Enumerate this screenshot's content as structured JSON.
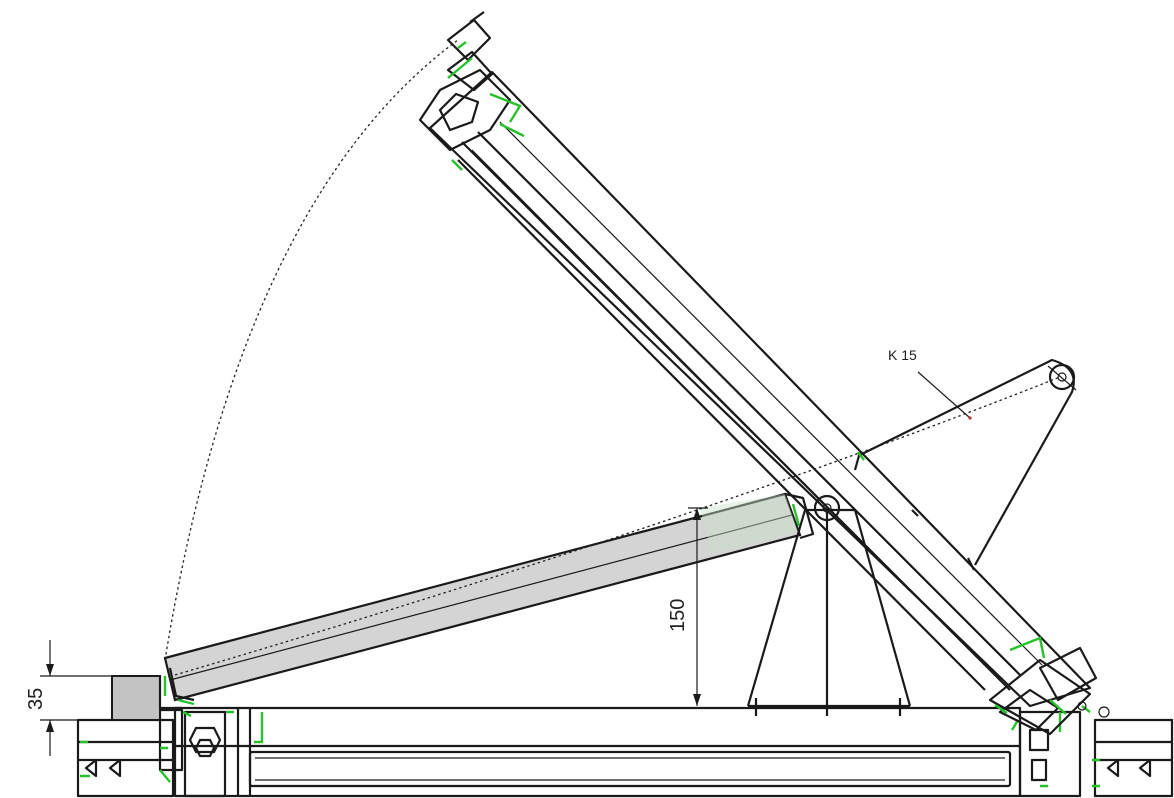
{
  "diagram": {
    "labels": {
      "component": "K 15",
      "dim_lift": "150",
      "dim_frame": "35"
    },
    "colors": {
      "line": "#1a1a1a",
      "seal": "#27c22a",
      "fill_grey": "#d4d4d4",
      "fill_block": "#c3c3c3"
    }
  }
}
